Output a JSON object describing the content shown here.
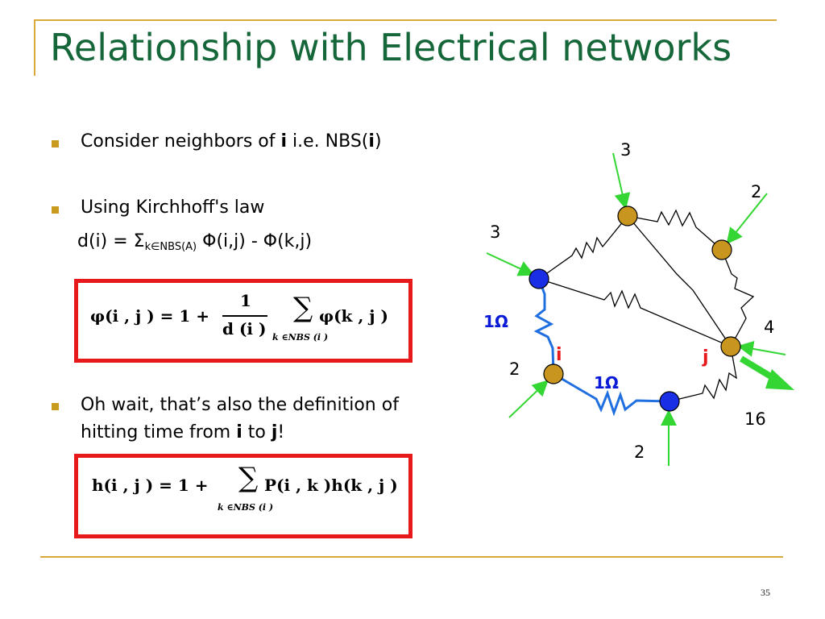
{
  "title": "Relationship with Electrical networks",
  "bullets": {
    "b1": {
      "pre": "Consider neighbors of ",
      "i1": "i",
      "mid": " i.e. NBS(",
      "i2": "i",
      "post": ")"
    },
    "b2": {
      "text": "Using Kirchhoff's law"
    },
    "kirchhoff": {
      "pre": "d(i) = Σ",
      "sub": "k∈NBS(A)",
      "post": " Φ(i,j) - Φ(k,j)"
    },
    "b3": {
      "line1": "Oh wait, that’s also the definition of",
      "line2_pre": "hitting time from ",
      "i": "i",
      "line2_mid": " to ",
      "j": "j",
      "line2_post": "!"
    }
  },
  "formula1": {
    "lhs": "φ(i , j ) = 1 +",
    "num": "1",
    "den": "d (i )",
    "sum": "∑",
    "sub": "k ∈NBS (i )",
    "term": "φ(k , j )"
  },
  "formula2": {
    "lhs": "h(i , j ) = 1 +",
    "sum": "∑",
    "sub": "k ∈NBS (i )",
    "term": "P(i , k )h(k , j )"
  },
  "diagram": {
    "labels": {
      "top": "3",
      "topright": "2",
      "left": "3",
      "right": "4",
      "bottomleft": "2",
      "bottomright": "16",
      "bottom": "2",
      "ohm1": "1Ω",
      "ohm2": "1Ω",
      "node_i": "i",
      "node_j": "j"
    },
    "colors": {
      "node_gold": "#c8951e",
      "node_blue": "#1a2ee6",
      "wire_blue": "#1f6fe0",
      "arrow_green": "#33d633",
      "box_red": "#e8191b"
    }
  },
  "page_number": "35"
}
